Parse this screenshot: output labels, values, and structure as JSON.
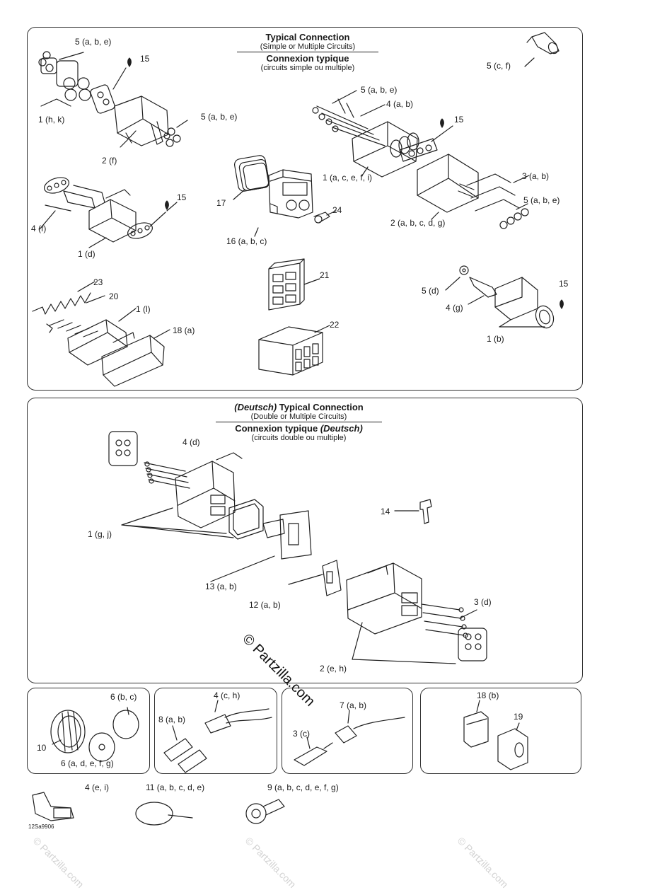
{
  "watermark": "© Partzilla.com",
  "top_panel": {
    "title_en": "Typical Connection",
    "subtitle_en": "(Simple or Multiple Circuits)",
    "title_fr": "Connexion typique",
    "subtitle_fr": "(circuits simple ou multiple)",
    "callouts": [
      "5 (a, b, e)",
      "15",
      "1 (h, k)",
      "2 (f)",
      "5 (a, b, e)",
      "5 (c, f)",
      "5 (a, b, e)",
      "4 (a, b)",
      "15",
      "1 (a, c, e, f, i)",
      "3 (a, b)",
      "5 (a, b, e)",
      "2 (a, b, c, d, g)",
      "17",
      "24",
      "16 (a, b, c)",
      "15",
      "4 (f)",
      "1 (d)",
      "21",
      "22",
      "23",
      "20",
      "1 (l)",
      "18 (a)",
      "5 (d)",
      "4 (g)",
      "15",
      "1 (b)"
    ]
  },
  "middle_panel": {
    "title_prefix": "(Deutsch)",
    "title_en": " Typical Connection",
    "subtitle_en": "(Double or Multiple Circuits)",
    "title_fr": "Connexion typique ",
    "title_fr_suffix": "(Deutsch)",
    "subtitle_fr": "(circuits double ou multiple)",
    "callouts": [
      "4 (d)",
      "1 (g, j)",
      "14",
      "13 (a, b)",
      "12 (a, b)",
      "3 (d)",
      "2 (e, h)"
    ]
  },
  "bottom_panels": [
    {
      "callouts": [
        "6 (b, c)",
        "10",
        "6 (a, d, e, f, g)"
      ]
    },
    {
      "callouts": [
        "4 (c, h)",
        "8 (a, b)"
      ]
    },
    {
      "callouts": [
        "7 (a, b)",
        "3 (c)"
      ]
    },
    {
      "callouts": [
        "18 (b)",
        "19"
      ]
    }
  ],
  "loose_parts": {
    "callouts": [
      "4 (e, i)",
      "11 (a, b, c, d, e)",
      "9 (a, b, c, d, e, f, g)"
    ]
  },
  "diagram_code": "12Sa9906",
  "credit_text": "© Partzilla.com",
  "colors": {
    "line": "#1f1f1f",
    "panel_border": "#333333",
    "watermark": "#d3d3d3"
  }
}
